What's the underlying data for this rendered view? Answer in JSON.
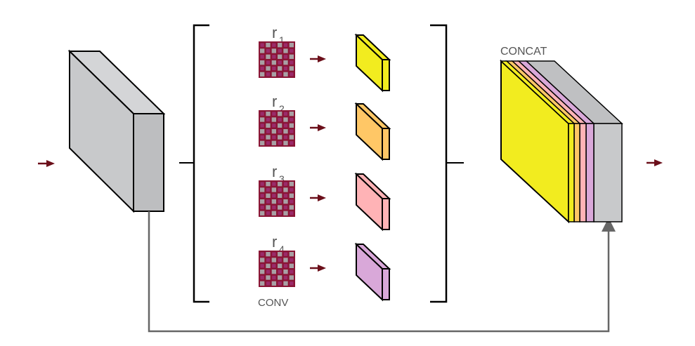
{
  "branches": [
    {
      "label": "r",
      "subscript": "1",
      "color": "#f2ec1f",
      "side": "#b8b214"
    },
    {
      "label": "r",
      "subscript": "2",
      "color": "#ffc766",
      "side": "#d6a14a"
    },
    {
      "label": "r",
      "subscript": "3",
      "color": "#ffb3b6",
      "side": "#d98a8e"
    },
    {
      "label": "r",
      "subscript": "4",
      "color": "#d9a8d9",
      "side": "#b07fb0"
    }
  ],
  "conv_label": "CONV",
  "concat_label": "CONCAT",
  "colors": {
    "block_gray": "#c8c9cb",
    "block_gray_dark": "#a9aaac",
    "kernel_dark": "#8a1535",
    "kernel_light": "#a8a0a4",
    "arrow": "#6b0f1a",
    "skip_line": "#666666",
    "outline": "#000000"
  }
}
